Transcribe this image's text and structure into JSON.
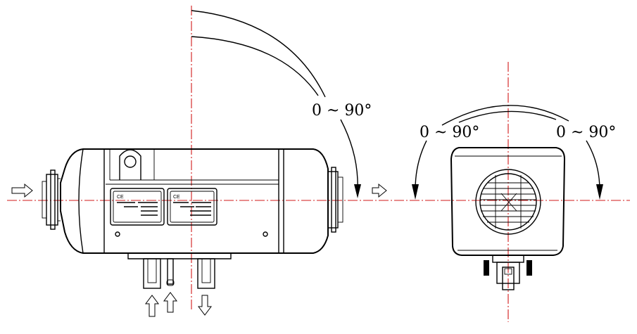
{
  "diagram": {
    "labels": {
      "side_view_tilt": "0 ~ 90°",
      "front_view_tilt_left": "0 ~ 90°",
      "front_view_tilt_right": "0 ~ 90°"
    },
    "plate_marks": {
      "plate_left": "CE",
      "plate_right": "CE"
    },
    "colors": {
      "centerline": "#d11a1a",
      "outline": "#000000",
      "background": "#ffffff"
    },
    "icons": [
      "intake-arrow-icon",
      "outlet-arrow-icon",
      "fuel-arrow-icon",
      "exhaust-arrow-icon"
    ]
  }
}
